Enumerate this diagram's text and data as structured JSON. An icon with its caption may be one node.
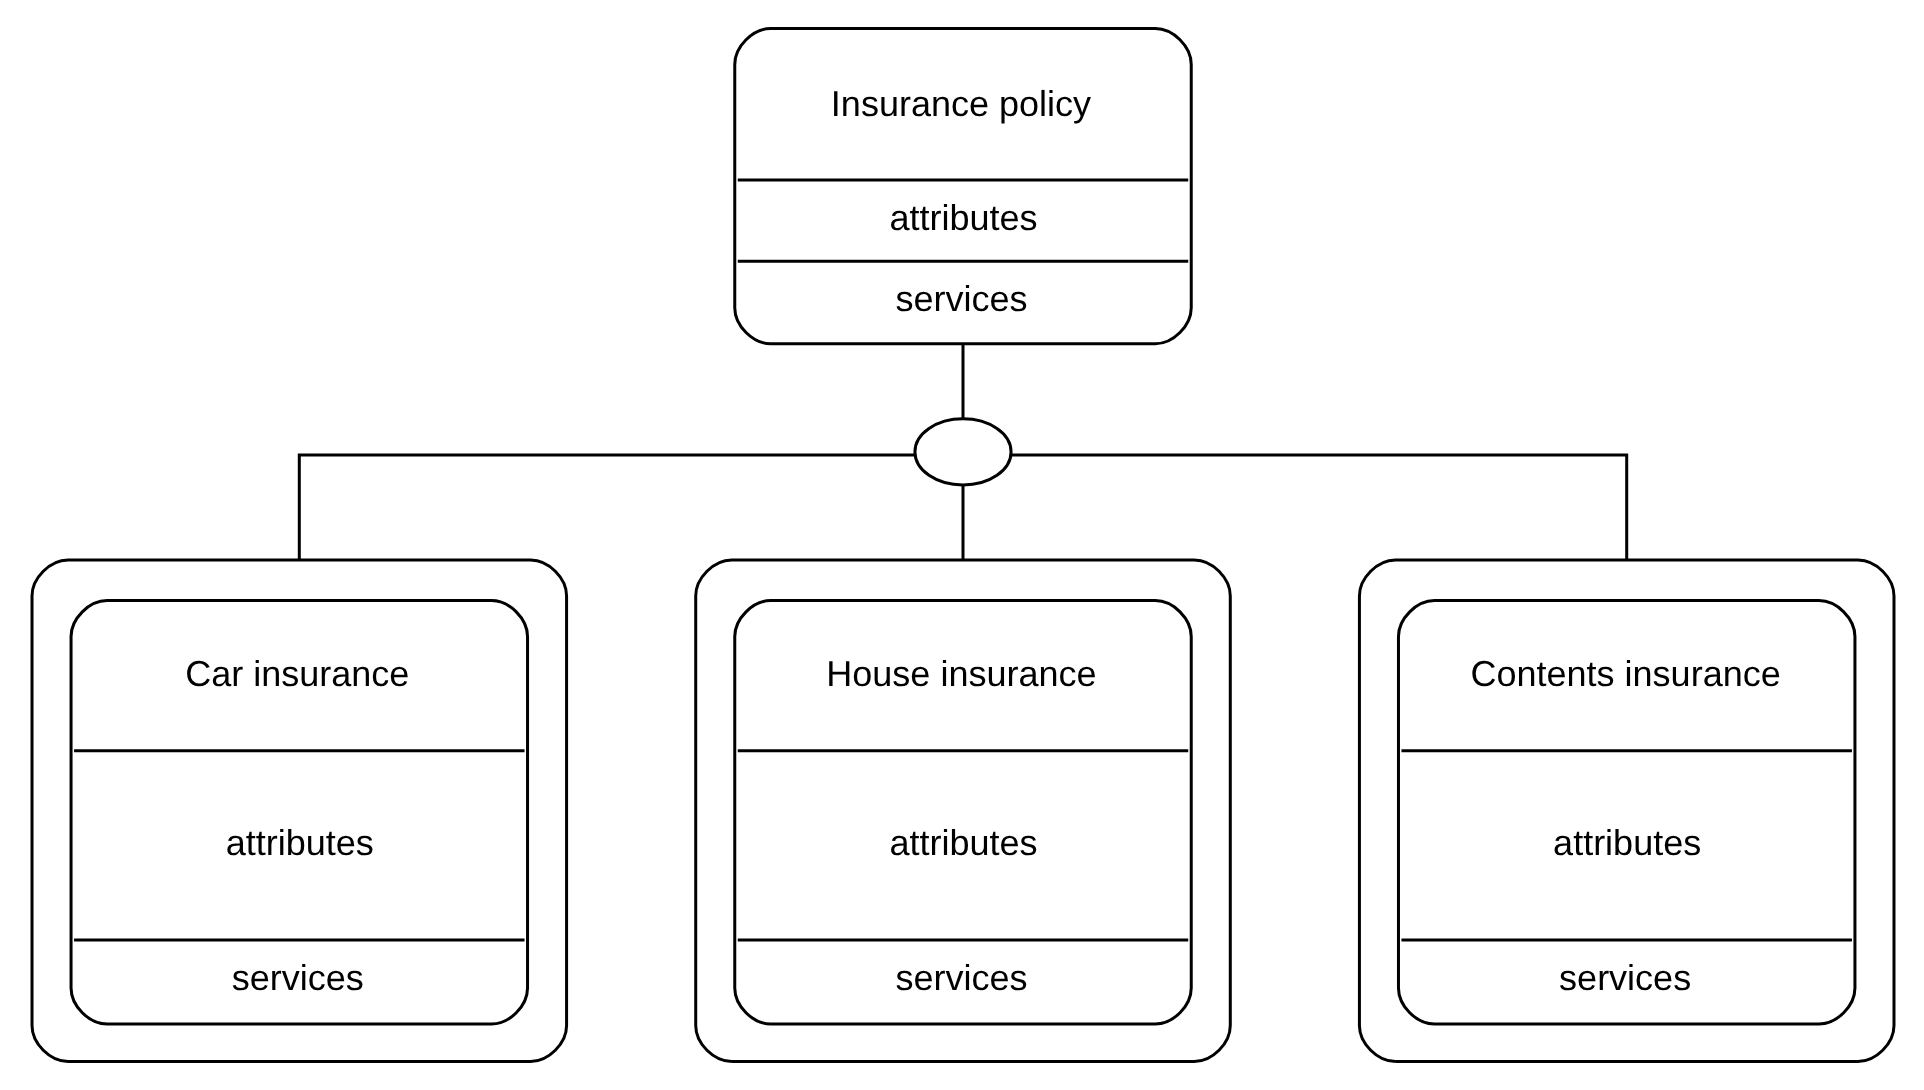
{
  "diagram": {
    "nodes": [
      {
        "text": [
          "Insurance policy",
          "attributes",
          "services"
        ]
      },
      {
        "text": [],
        "shape": "semicircle"
      },
      {
        "text": [
          "Car insurance",
          "attributes",
          "services"
        ]
      },
      {
        "text": [
          "House insurance",
          "attributes",
          "services"
        ]
      },
      {
        "text": [
          "Contents insurance",
          "attributes",
          "services"
        ]
      }
    ],
    "edges": [
      {
        "from": 0,
        "to": 1,
        "arrow": "none"
      },
      {
        "from": 1,
        "to": 2,
        "arrow": "none"
      },
      {
        "from": 1,
        "to": 3,
        "arrow": "none"
      },
      {
        "from": 1,
        "to": 4,
        "arrow": "none"
      }
    ]
  }
}
